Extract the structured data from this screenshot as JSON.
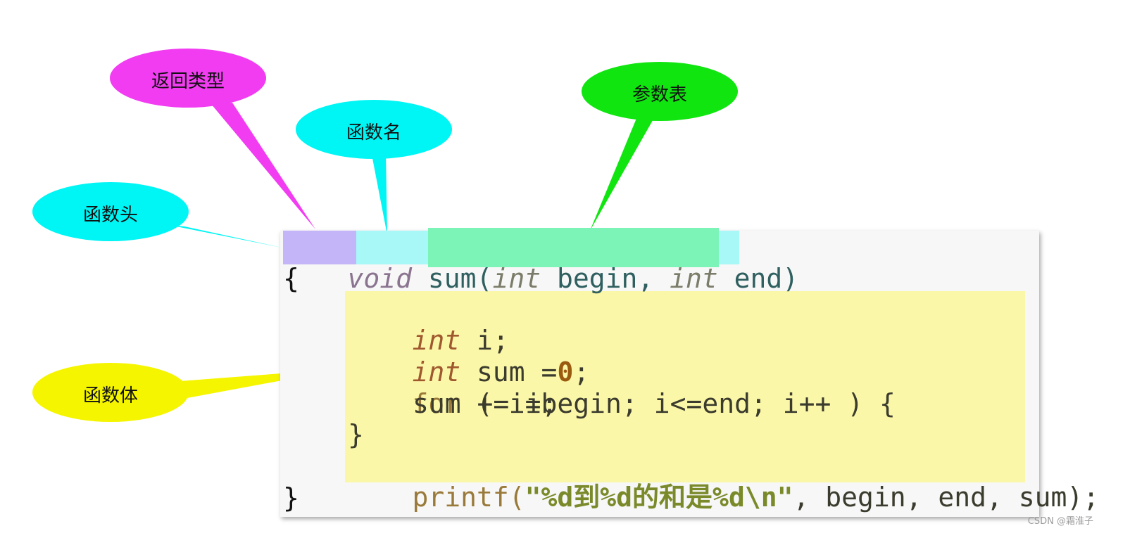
{
  "callouts": {
    "return_type": {
      "label": "返回类型",
      "color": "#f23cf2"
    },
    "function_name": {
      "label": "函数名",
      "color": "#00f5f5"
    },
    "parameter_list": {
      "label": "参数表",
      "color": "#10e510"
    },
    "function_head": {
      "label": "函数头",
      "color": "#00f5f5"
    },
    "function_body": {
      "label": "函数体",
      "color": "#f5f500"
    }
  },
  "code": {
    "line1": {
      "return_type": "void",
      "name": "sum(",
      "p1_type": "int",
      "p1_name": " begin, ",
      "p2_type": "int",
      "p2_name": " end",
      "close_paren": ")"
    },
    "line2": "{",
    "line3": {
      "type": "int",
      "rest": " i;"
    },
    "line4": {
      "type": "int",
      "rest": " sum =",
      "num": "0",
      "end": ";"
    },
    "line5": {
      "kw": "for",
      "rest": " ( i=begin; i<=end; i++ ) {"
    },
    "line6": "sum += i;",
    "line7": "}",
    "line8": {
      "fn": "printf(",
      "str": "\"%d到%d的和是%d\\n\"",
      "rest": ", begin, end, sum);"
    },
    "line9": "}"
  },
  "highlights": {
    "return_type_color": "#c4b4f8",
    "head_color": "#a8f8f8",
    "params_color": "#7cf4b8",
    "body_color": "#fbf7a8"
  },
  "watermark": "CSDN @霜淮子"
}
